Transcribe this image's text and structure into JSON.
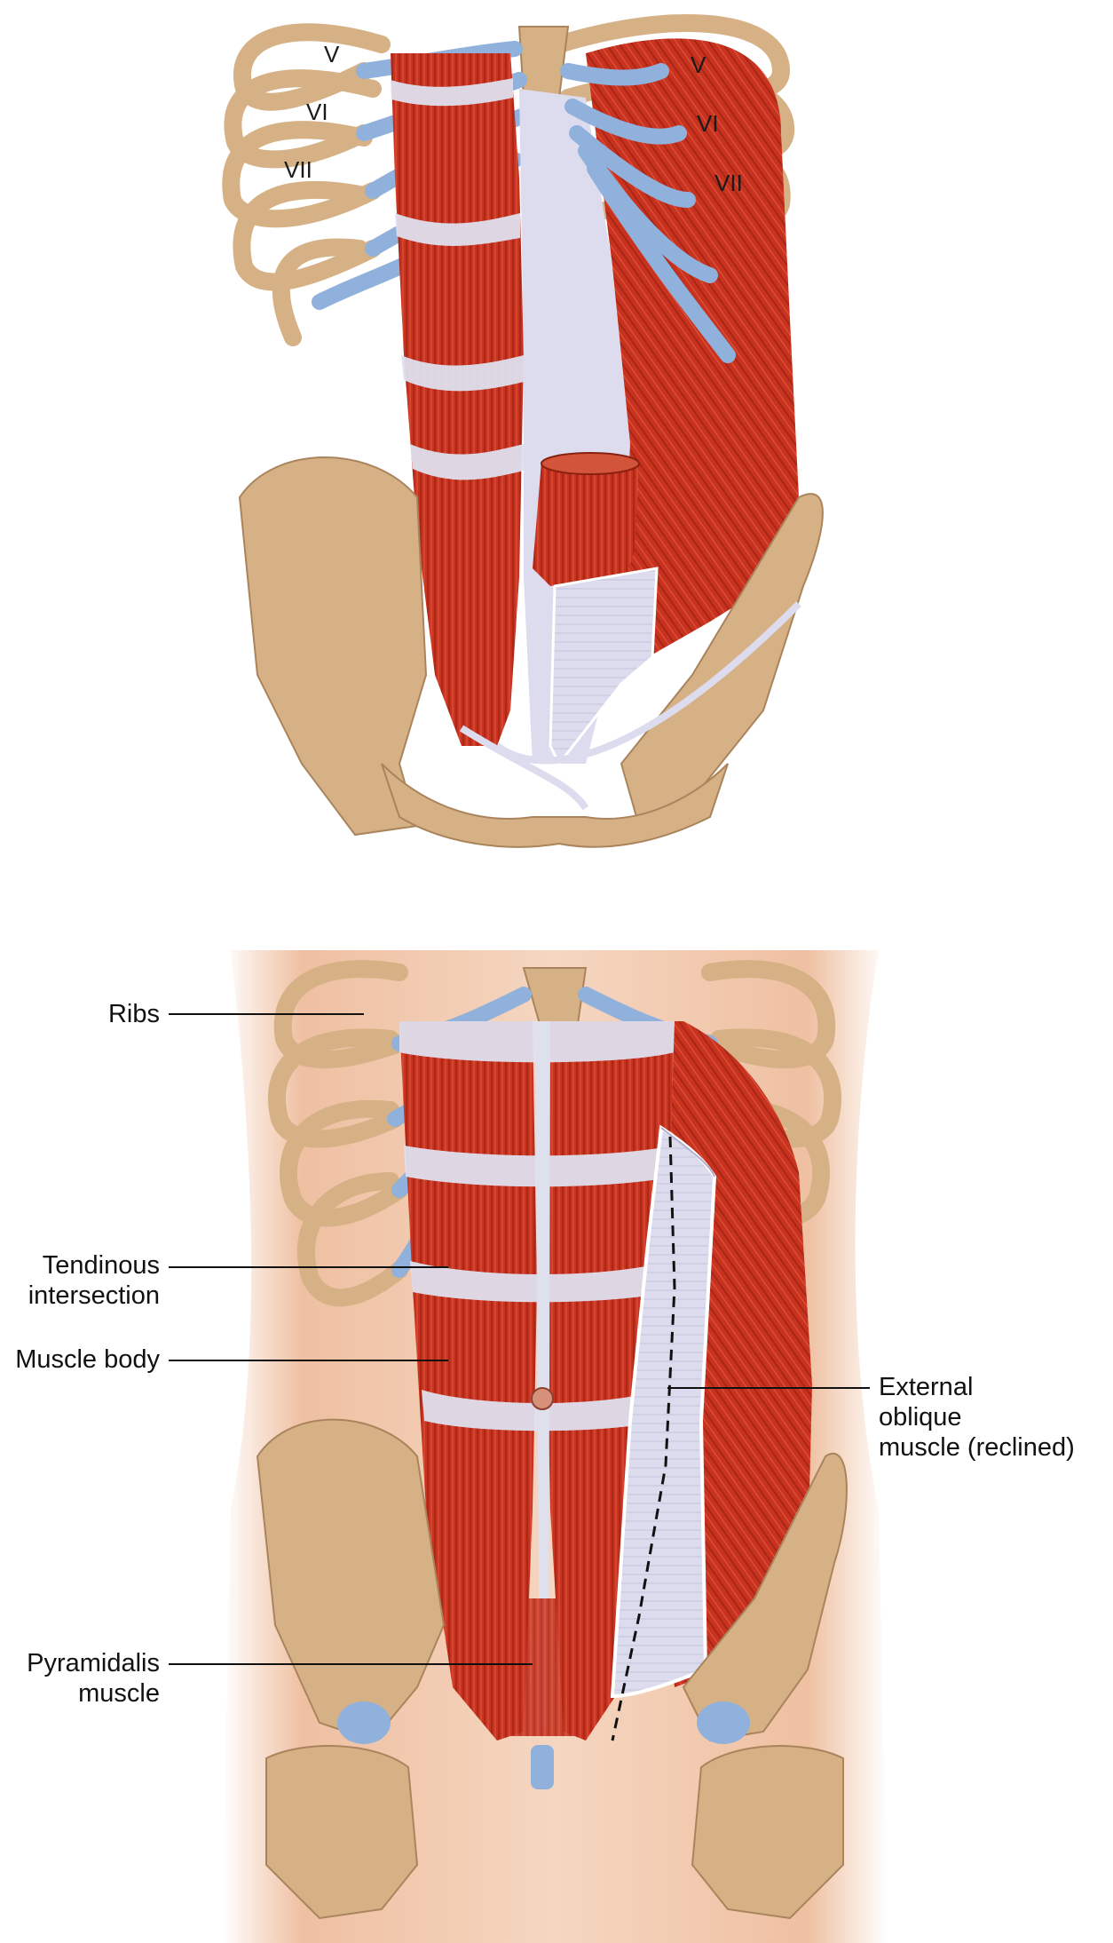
{
  "figure_top": {
    "rib_numerals_left": [
      "V",
      "VI",
      "VII"
    ],
    "rib_numerals_right": [
      "V",
      "VI",
      "VII"
    ]
  },
  "figure_bottom": {
    "labels": {
      "ribs": "Ribs",
      "tendinous_line1": "Tendinous",
      "tendinous_line2": "intersection",
      "muscle_body": "Muscle body",
      "pyramidalis_line1": "Pyramidalis",
      "pyramidalis_line2": "muscle",
      "external_line1": "External",
      "external_line2": "oblique",
      "external_line3": "muscle (reclined)"
    }
  },
  "colors": {
    "muscle": "#c8321f",
    "muscle_dark": "#9e2414",
    "tendon": "#dfe0ee",
    "cartilage": "#8fb1dc",
    "bone": "#d6b185",
    "bone_edge": "#a9845c",
    "skin": "#f0c3a6"
  }
}
